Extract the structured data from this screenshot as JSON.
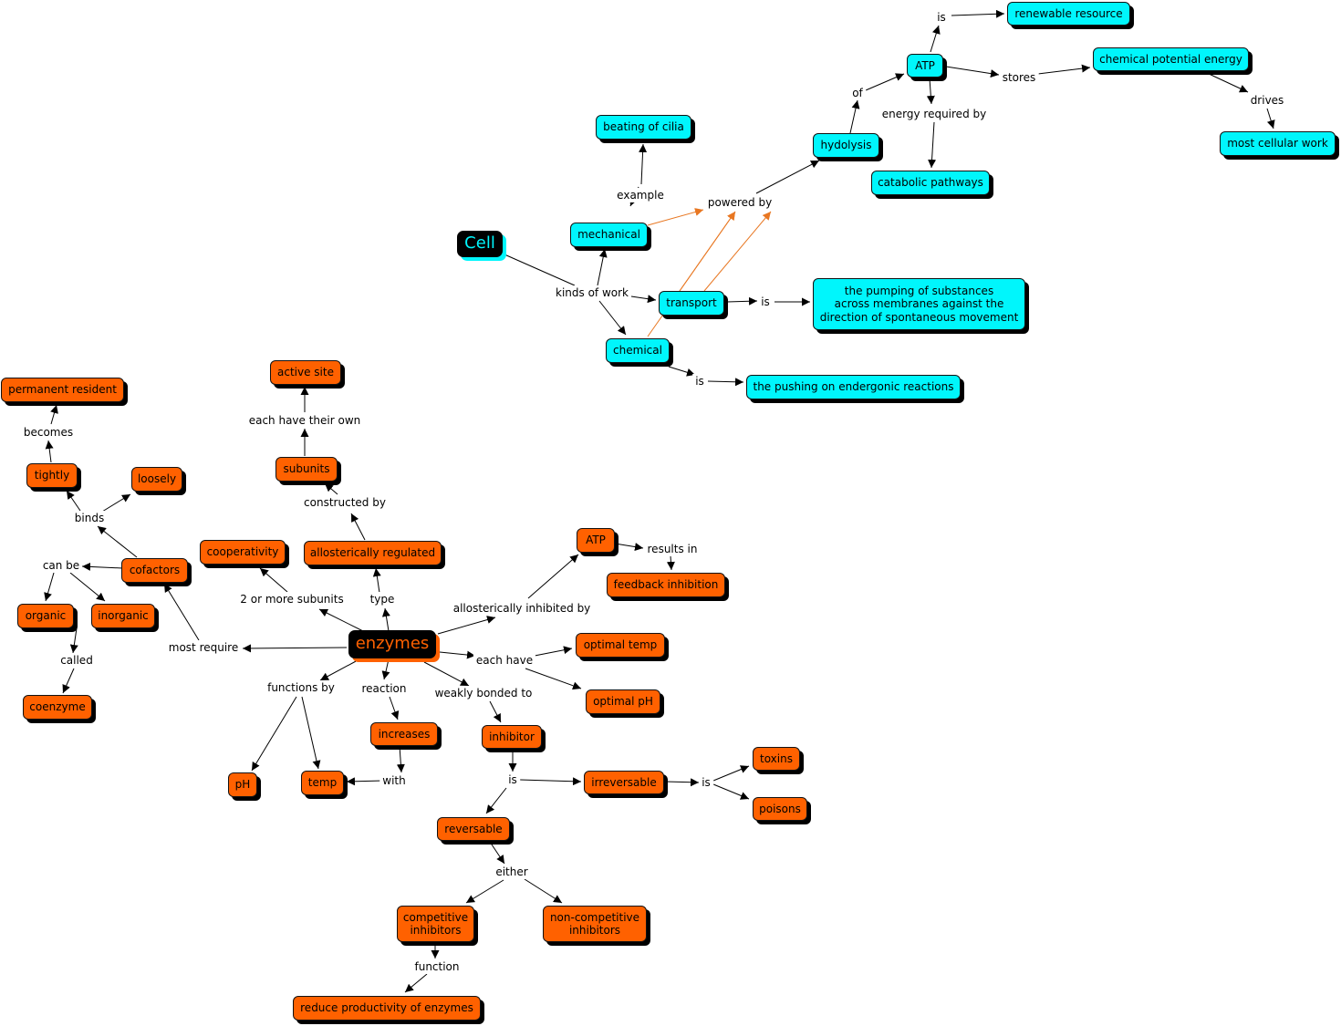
{
  "colors": {
    "cell_concept": "#00f6fc",
    "enzyme_concept": "#ff6100",
    "root_background": "#000000",
    "edge": "#000000",
    "highlight_edge": "#e87722"
  },
  "nodes": {
    "cell": "Cell",
    "mechanical": "mechanical",
    "beating_of_cilia": "beating of cilia",
    "transport": "transport",
    "pumping": "the pumping of substances\nacross membranes against the\ndirection of spontaneous movement",
    "chemical": "chemical",
    "pushing": "the pushing on endergonic reactions",
    "hydrolysis": "hydolysis",
    "atp_top": "ATP",
    "renewable": "renewable resource",
    "chem_potential": "chemical potential energy",
    "most_cellular": "most cellular work",
    "catabolic": "catabolic pathways",
    "enzymes": "enzymes",
    "active_site": "active site",
    "subunits": "subunits",
    "allosterically_regulated": "allosterically regulated",
    "cooperativity": "cooperativity",
    "atp_bottom": "ATP",
    "feedback": "feedback inhibition",
    "optimal_temp": "optimal temp",
    "optimal_ph": "optimal pH",
    "inhibitor": "inhibitor",
    "irreversable": "irreversable",
    "toxins": "toxins",
    "poisons": "poisons",
    "reversable": "reversable",
    "competitive": "competitive\ninhibitors",
    "noncompetitive": "non-competitive\ninhibitors",
    "reduce": "reduce productivity of enzymes",
    "increases": "increases",
    "ph": "pH",
    "temp": "temp",
    "cofactors": "cofactors",
    "organic": "organic",
    "inorganic": "inorganic",
    "coenzyme": "coenzyme",
    "tightly": "tightly",
    "loosely": "loosely",
    "permanent": "permanent resident"
  },
  "links": {
    "kinds_of_work": "kinds of work",
    "example": "example",
    "powered_by": "powered by",
    "is_transport": "is",
    "is_chemical": "is",
    "of": "of",
    "is_atp": "is",
    "stores": "stores",
    "drives": "drives",
    "energy_required_by": "energy required by",
    "each_have_their_own": "each have their own",
    "constructed_by": "constructed by",
    "type": "type",
    "two_or_more": "2 or more subunits",
    "allosterically_inhibited_by": "allosterically inhibited by",
    "results_in": "results in",
    "each_have": "each have",
    "weakly_bonded_to": "weakly bonded to",
    "is_inhibitor": "is",
    "is_irreversable": "is",
    "either": "either",
    "function": "function",
    "reaction": "reaction",
    "with": "with",
    "functions_by": "functions by",
    "most_require": "most require",
    "can_be": "can be",
    "called": "called",
    "binds": "binds",
    "becomes": "becomes"
  }
}
